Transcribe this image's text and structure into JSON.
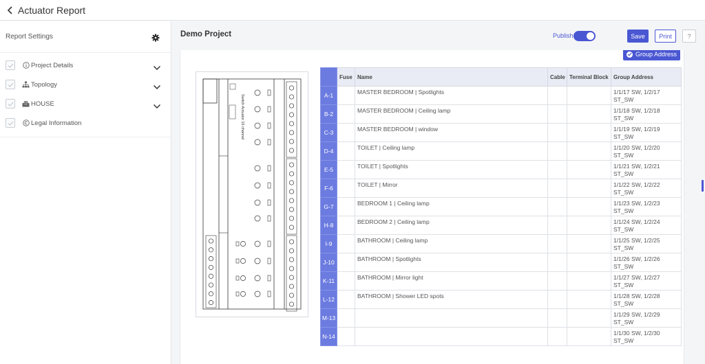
{
  "header": {
    "title": "Actuator Report"
  },
  "sidebar": {
    "title": "Report Settings",
    "items": [
      {
        "label": "Project Details",
        "icon": "info-icon",
        "expandable": true
      },
      {
        "label": "Topology",
        "icon": "topology-icon",
        "expandable": true
      },
      {
        "label": "HOUSE",
        "icon": "building-icon",
        "expandable": true
      },
      {
        "label": "Legal Information",
        "icon": "copyright-icon",
        "expandable": false
      }
    ]
  },
  "main": {
    "project_title": "Demo Project",
    "publish_label": "Publish",
    "publish_on": true,
    "save_label": "Save",
    "print_label": "Print",
    "help_label": "?",
    "group_address_button": "Group Address",
    "accent_color": "#4a57d3",
    "device_label": "Switch Actuator 16 channel"
  },
  "table": {
    "columns": [
      "Fuse",
      "Name",
      "Cable",
      "Terminal Block",
      "Group Address"
    ],
    "rows": [
      {
        "key": "A-1",
        "fuse": "",
        "name": "MASTER BEDROOM | Spotlights",
        "cable": "",
        "terminal": "",
        "ga1": "1/1/17 SW, 1/2/17",
        "ga2": "ST_SW"
      },
      {
        "key": "B-2",
        "fuse": "",
        "name": "MASTER BEDROOM | Ceiling lamp",
        "cable": "",
        "terminal": "",
        "ga1": "1/1/18 SW, 1/2/18",
        "ga2": "ST_SW"
      },
      {
        "key": "C-3",
        "fuse": "",
        "name": "MASTER BEDROOM | window",
        "cable": "",
        "terminal": "",
        "ga1": "1/1/19 SW, 1/2/19",
        "ga2": "ST_SW"
      },
      {
        "key": "D-4",
        "fuse": "",
        "name": "TOILET | Ceiling lamp",
        "cable": "",
        "terminal": "",
        "ga1": "1/1/20 SW, 1/2/20",
        "ga2": "ST_SW"
      },
      {
        "key": "E-5",
        "fuse": "",
        "name": "TOILET | Spotlights",
        "cable": "",
        "terminal": "",
        "ga1": "1/1/21 SW, 1/2/21",
        "ga2": "ST_SW"
      },
      {
        "key": "F-6",
        "fuse": "",
        "name": "TOILET | Mirror",
        "cable": "",
        "terminal": "",
        "ga1": "1/1/22 SW, 1/2/22",
        "ga2": "ST_SW"
      },
      {
        "key": "G-7",
        "fuse": "",
        "name": "BEDROOM 1 | Ceiling lamp",
        "cable": "",
        "terminal": "",
        "ga1": "1/1/23 SW, 1/2/23",
        "ga2": "ST_SW"
      },
      {
        "key": "H-8",
        "fuse": "",
        "name": "BEDROOM 2 | Ceiling lamp",
        "cable": "",
        "terminal": "",
        "ga1": "1/1/24 SW, 1/2/24",
        "ga2": "ST_SW"
      },
      {
        "key": "I-9",
        "fuse": "",
        "name": "BATHROOM | Ceiling lamp",
        "cable": "",
        "terminal": "",
        "ga1": "1/1/25 SW, 1/2/25",
        "ga2": "ST_SW"
      },
      {
        "key": "J-10",
        "fuse": "",
        "name": "BATHROOM | Spotlights",
        "cable": "",
        "terminal": "",
        "ga1": "1/1/26 SW, 1/2/26",
        "ga2": "ST_SW"
      },
      {
        "key": "K-11",
        "fuse": "",
        "name": "BATHROOM | Mirror light",
        "cable": "",
        "terminal": "",
        "ga1": "1/1/27 SW, 1/2/27",
        "ga2": "ST_SW"
      },
      {
        "key": "L-12",
        "fuse": "",
        "name": "BATHROOM | Shower LED spots",
        "cable": "",
        "terminal": "",
        "ga1": "1/1/28 SW, 1/2/28",
        "ga2": "ST_SW"
      },
      {
        "key": "M-13",
        "fuse": "",
        "name": "",
        "cable": "",
        "terminal": "",
        "ga1": "1/1/29 SW, 1/2/29",
        "ga2": "ST_SW"
      },
      {
        "key": "N-14",
        "fuse": "",
        "name": "",
        "cable": "",
        "terminal": "",
        "ga1": "1/1/30 SW, 1/2/30",
        "ga2": "ST_SW"
      }
    ]
  }
}
